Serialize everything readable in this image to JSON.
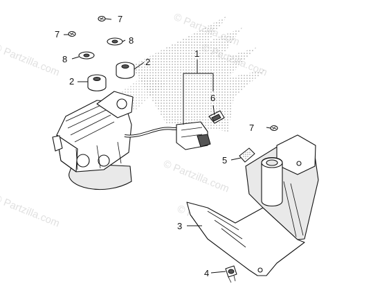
{
  "watermark": {
    "text": "© Partzilla.com",
    "copies": [
      "© Partzilla.com",
      "© Partzilla.com",
      "© Partzilla.com",
      "© Partzilla.com",
      "© Partzilla.com",
      "© Partzilla.com"
    ]
  },
  "callouts": {
    "label_7a": "7",
    "label_7b": "7",
    "label_7c": "7",
    "label_8a": "8",
    "label_8b": "8",
    "label_2a": "2",
    "label_2b": "2",
    "label_1": "1",
    "label_6": "6",
    "label_5": "5",
    "label_3": "3",
    "label_4": "4"
  }
}
